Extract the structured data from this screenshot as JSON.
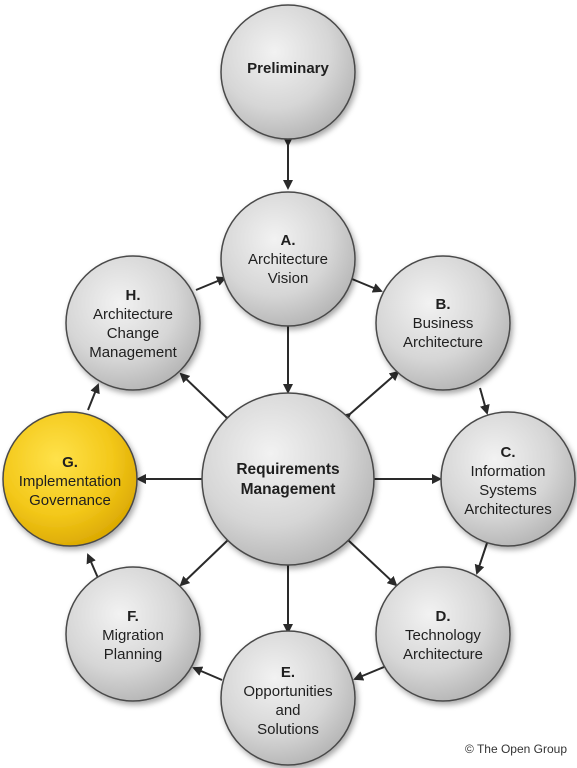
{
  "diagram": {
    "phases": {
      "preliminary": {
        "title": "Preliminary"
      },
      "a": {
        "letter": "A.",
        "lines": [
          "Architecture",
          "Vision"
        ]
      },
      "b": {
        "letter": "B.",
        "lines": [
          "Business",
          "Architecture"
        ]
      },
      "c": {
        "letter": "C.",
        "lines": [
          "Information",
          "Systems",
          "Architectures"
        ]
      },
      "d": {
        "letter": "D.",
        "lines": [
          "Technology",
          "Architecture"
        ]
      },
      "e": {
        "letter": "E.",
        "lines": [
          "Opportunities",
          "and",
          "Solutions"
        ]
      },
      "f": {
        "letter": "F.",
        "lines": [
          "Migration",
          "Planning"
        ]
      },
      "g": {
        "letter": "G.",
        "lines": [
          "Implementation",
          "Governance"
        ]
      },
      "h": {
        "letter": "H.",
        "lines": [
          "Architecture",
          "Change",
          "Management"
        ]
      }
    },
    "center": {
      "lines": [
        "Requirements",
        "Management"
      ]
    },
    "highlighted_phase": "g",
    "colors": {
      "node_fill": "#d9d9d9",
      "node_stroke": "#4a4a4a",
      "highlight_fill": "#f3c81a",
      "arrow": "#2a2a2a"
    }
  },
  "copyright": "© The Open Group"
}
